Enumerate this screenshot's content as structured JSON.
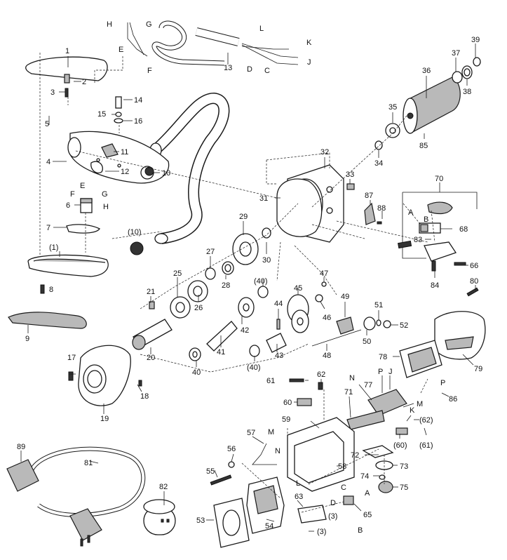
{
  "callouts": [
    {
      "id": "c1",
      "text": "1"
    },
    {
      "id": "c2",
      "text": "2"
    },
    {
      "id": "c3",
      "text": "3"
    },
    {
      "id": "c4",
      "text": "4"
    },
    {
      "id": "c5",
      "text": "5"
    },
    {
      "id": "c6",
      "text": "6"
    },
    {
      "id": "c7",
      "text": "7"
    },
    {
      "id": "c1p",
      "text": "(1)"
    },
    {
      "id": "c8",
      "text": "8"
    },
    {
      "id": "c9",
      "text": "9"
    },
    {
      "id": "c10",
      "text": "10"
    },
    {
      "id": "c10p",
      "text": "(10)"
    },
    {
      "id": "c11",
      "text": "11"
    },
    {
      "id": "c12",
      "text": "12"
    },
    {
      "id": "c13",
      "text": "13"
    },
    {
      "id": "c14",
      "text": "14"
    },
    {
      "id": "c15",
      "text": "15"
    },
    {
      "id": "c16",
      "text": "16"
    },
    {
      "id": "c17",
      "text": "17"
    },
    {
      "id": "c18",
      "text": "18"
    },
    {
      "id": "c19",
      "text": "19"
    },
    {
      "id": "c20",
      "text": "20"
    },
    {
      "id": "c21",
      "text": "21"
    },
    {
      "id": "c25",
      "text": "25"
    },
    {
      "id": "c26",
      "text": "26"
    },
    {
      "id": "c27",
      "text": "27"
    },
    {
      "id": "c28",
      "text": "28"
    },
    {
      "id": "c29",
      "text": "29"
    },
    {
      "id": "c30",
      "text": "30"
    },
    {
      "id": "c31",
      "text": "31"
    },
    {
      "id": "c32",
      "text": "32"
    },
    {
      "id": "c33",
      "text": "33"
    },
    {
      "id": "c34",
      "text": "34"
    },
    {
      "id": "c35",
      "text": "35"
    },
    {
      "id": "c36",
      "text": "36"
    },
    {
      "id": "c37",
      "text": "37"
    },
    {
      "id": "c38",
      "text": "38"
    },
    {
      "id": "c39",
      "text": "39"
    },
    {
      "id": "c40a",
      "text": "(40)"
    },
    {
      "id": "c40b",
      "text": "40"
    },
    {
      "id": "c40c",
      "text": "(40)"
    },
    {
      "id": "c41",
      "text": "41"
    },
    {
      "id": "c42",
      "text": "42"
    },
    {
      "id": "c43",
      "text": "43"
    },
    {
      "id": "c44",
      "text": "44"
    },
    {
      "id": "c45",
      "text": "45"
    },
    {
      "id": "c46",
      "text": "46"
    },
    {
      "id": "c47",
      "text": "47"
    },
    {
      "id": "c48",
      "text": "48"
    },
    {
      "id": "c49",
      "text": "49"
    },
    {
      "id": "c50",
      "text": "50"
    },
    {
      "id": "c51",
      "text": "51"
    },
    {
      "id": "c52",
      "text": "52"
    },
    {
      "id": "c53",
      "text": "53"
    },
    {
      "id": "c54",
      "text": "54"
    },
    {
      "id": "c55",
      "text": "55"
    },
    {
      "id": "c56",
      "text": "56"
    },
    {
      "id": "c57",
      "text": "57"
    },
    {
      "id": "c58",
      "text": "58"
    },
    {
      "id": "c59",
      "text": "59"
    },
    {
      "id": "c60",
      "text": "60"
    },
    {
      "id": "c60p",
      "text": "(60)"
    },
    {
      "id": "c61",
      "text": "61"
    },
    {
      "id": "c61p",
      "text": "(61)"
    },
    {
      "id": "c62",
      "text": "62"
    },
    {
      "id": "c62p",
      "text": "(62)"
    },
    {
      "id": "c63",
      "text": "63"
    },
    {
      "id": "c65",
      "text": "65"
    },
    {
      "id": "c66",
      "text": "66"
    },
    {
      "id": "c68",
      "text": "68"
    },
    {
      "id": "c70",
      "text": "70"
    },
    {
      "id": "c71",
      "text": "71"
    },
    {
      "id": "c72",
      "text": "72"
    },
    {
      "id": "c73",
      "text": "73"
    },
    {
      "id": "c74",
      "text": "74"
    },
    {
      "id": "c75",
      "text": "75"
    },
    {
      "id": "c77",
      "text": "77"
    },
    {
      "id": "c78",
      "text": "78"
    },
    {
      "id": "c79",
      "text": "79"
    },
    {
      "id": "c80",
      "text": "80"
    },
    {
      "id": "c81",
      "text": "81"
    },
    {
      "id": "c82",
      "text": "82"
    },
    {
      "id": "c83",
      "text": "83"
    },
    {
      "id": "c84",
      "text": "84"
    },
    {
      "id": "c85",
      "text": "85"
    },
    {
      "id": "c86",
      "text": "86"
    },
    {
      "id": "c87",
      "text": "87"
    },
    {
      "id": "c88",
      "text": "88"
    },
    {
      "id": "c89",
      "text": "89"
    },
    {
      "id": "c3p",
      "text": "(3)"
    },
    {
      "id": "c3pb",
      "text": "(3)"
    },
    {
      "id": "lH1",
      "text": "H"
    },
    {
      "id": "lG1",
      "text": "G"
    },
    {
      "id": "lE1",
      "text": "E"
    },
    {
      "id": "lF1",
      "text": "F"
    },
    {
      "id": "lL1",
      "text": "L"
    },
    {
      "id": "lK1",
      "text": "K"
    },
    {
      "id": "lJ1",
      "text": "J"
    },
    {
      "id": "lD1",
      "text": "D"
    },
    {
      "id": "lC1",
      "text": "C"
    },
    {
      "id": "lE2",
      "text": "E"
    },
    {
      "id": "lF2",
      "text": "F"
    },
    {
      "id": "lG2",
      "text": "G"
    },
    {
      "id": "lH2",
      "text": "H"
    },
    {
      "id": "lA1",
      "text": "A"
    },
    {
      "id": "lB1",
      "text": "B"
    },
    {
      "id": "lN1",
      "text": "N"
    },
    {
      "id": "lP1",
      "text": "P"
    },
    {
      "id": "lJ2",
      "text": "J"
    },
    {
      "id": "lP2",
      "text": "P"
    },
    {
      "id": "lM1",
      "text": "M"
    },
    {
      "id": "lK2",
      "text": "K"
    },
    {
      "id": "lM2",
      "text": "M"
    },
    {
      "id": "lN2",
      "text": "N"
    },
    {
      "id": "lL2",
      "text": "L"
    },
    {
      "id": "lC2",
      "text": "C"
    },
    {
      "id": "lA2",
      "text": "A"
    },
    {
      "id": "lD2",
      "text": "D"
    },
    {
      "id": "lB2",
      "text": "B"
    }
  ]
}
